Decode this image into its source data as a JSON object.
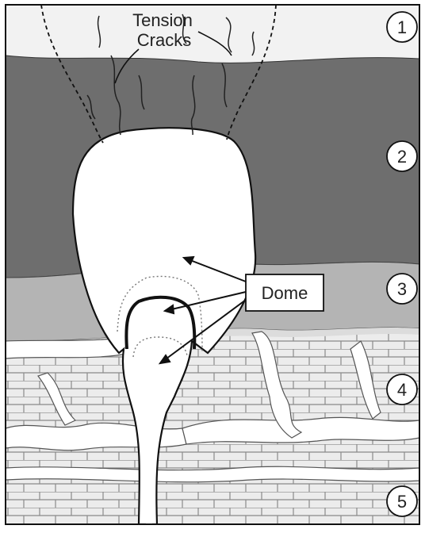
{
  "diagram": {
    "labels": {
      "tension_line1": "Tension",
      "tension_line2": "Cracks",
      "dome": "Dome"
    },
    "layer_numbers": [
      "1",
      "2",
      "3",
      "4",
      "5"
    ],
    "colors": {
      "layer1_fill": "#f2f2f2",
      "layer2_fill": "#6e6e6e",
      "layer3_fill": "#b4b4b4",
      "limestone_fill": "#d7d7d7",
      "brick_line": "#8a8a8a",
      "void_fill": "#ffffff",
      "outline": "#111111"
    }
  }
}
